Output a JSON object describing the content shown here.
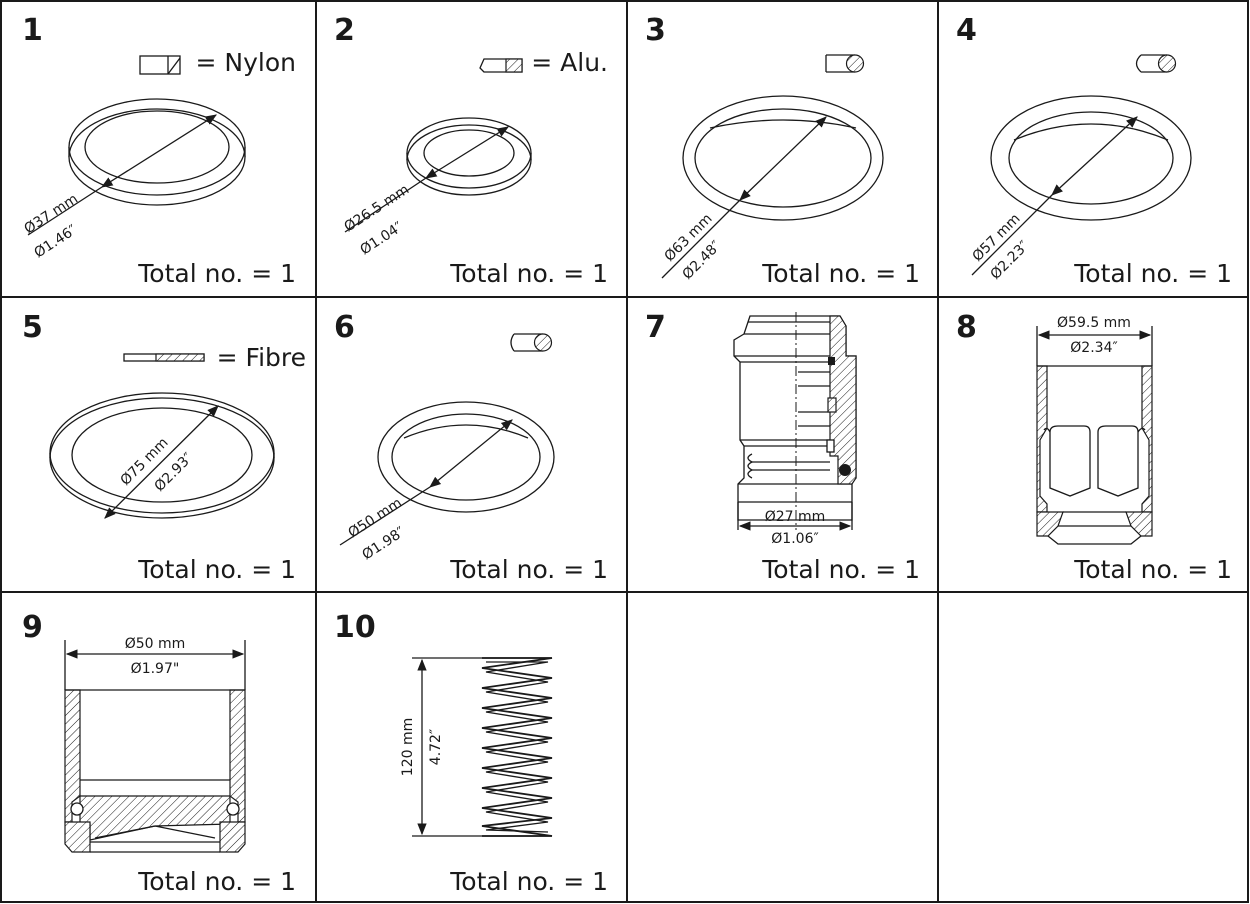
{
  "parts": [
    {
      "number": "1",
      "material": "= Nylon",
      "dims": [
        "Ø37 mm",
        "Ø1.46″"
      ],
      "total": "Total no. = 1"
    },
    {
      "number": "2",
      "material": "= Alu.",
      "dims": [
        "Ø26.5 mm",
        "Ø1.04″"
      ],
      "total": "Total no. = 1"
    },
    {
      "number": "3",
      "dims": [
        "Ø63 mm",
        "Ø2.48″"
      ],
      "total": "Total no. = 1"
    },
    {
      "number": "4",
      "dims": [
        "Ø57 mm",
        "Ø2.23″"
      ],
      "total": "Total no. = 1"
    },
    {
      "number": "5",
      "material": "= Fibre",
      "dims": [
        "Ø75 mm",
        "Ø2.93″"
      ],
      "total": "Total no. = 1"
    },
    {
      "number": "6",
      "dims": [
        "Ø50 mm",
        "Ø1.98″"
      ],
      "total": "Total no. = 1"
    },
    {
      "number": "7",
      "dims": [
        "Ø27 mm",
        "Ø1.06″"
      ],
      "total": "Total no. = 1"
    },
    {
      "number": "8",
      "dims": [
        "Ø59.5 mm",
        "Ø2.34″"
      ],
      "total": "Total no. = 1"
    },
    {
      "number": "9",
      "dims": [
        "Ø50 mm",
        "Ø1.97\""
      ],
      "total": "Total no. = 1"
    },
    {
      "number": "10",
      "dims": [
        "120 mm",
        "4.72″"
      ],
      "total": "Total no. = 1"
    }
  ]
}
